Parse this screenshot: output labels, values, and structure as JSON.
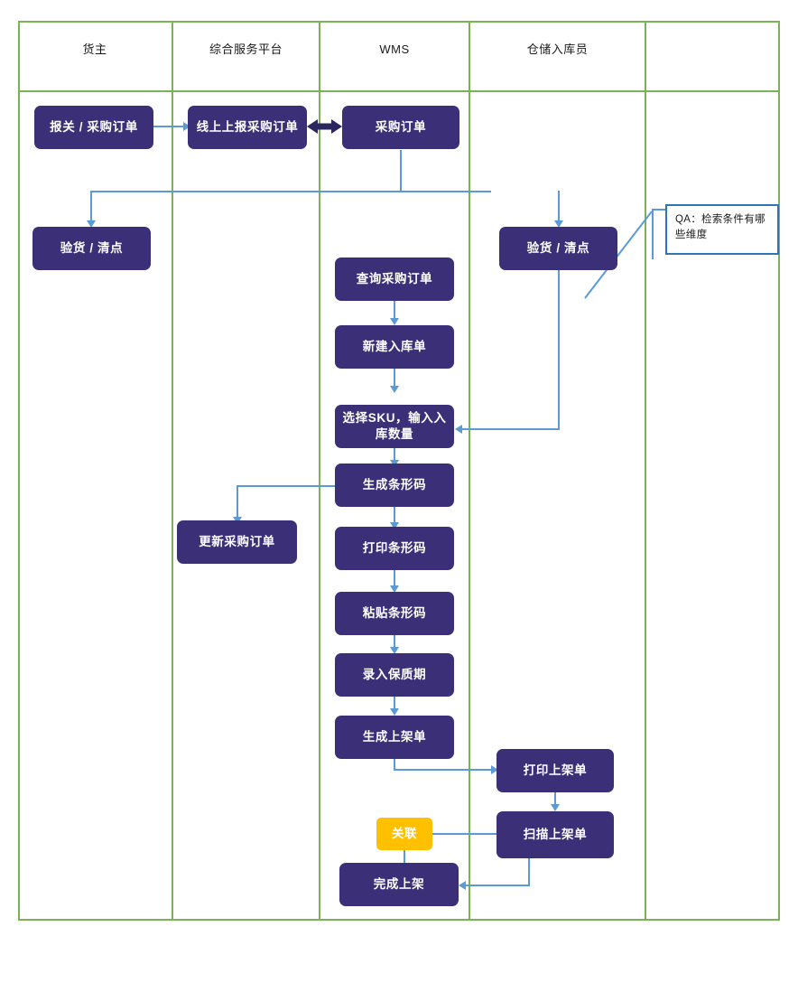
{
  "diagram": {
    "type": "swimlane-flowchart",
    "colors": {
      "node_fill": "#3b3078",
      "node_text": "#ffffff",
      "accent_fill": "#FFC000",
      "lane_border": "#7ab254",
      "connector": "#5b9bd5",
      "note_border": "#2e75b6",
      "background": "#ffffff"
    }
  },
  "lanes": [
    {
      "id": "shipper",
      "label": "货主"
    },
    {
      "id": "platform",
      "label": "综合服务平台"
    },
    {
      "id": "wms",
      "label": "WMS"
    },
    {
      "id": "warehouse",
      "label": "仓储入库员"
    },
    {
      "id": "spare",
      "label": ""
    }
  ],
  "nodes": [
    {
      "id": "n1",
      "lane": "shipper",
      "label": "报关 / 采购订单",
      "style": "process"
    },
    {
      "id": "n2",
      "lane": "platform",
      "label": "线上上报采购订单",
      "style": "process"
    },
    {
      "id": "n3",
      "lane": "wms",
      "label": "采购订单",
      "style": "process"
    },
    {
      "id": "n4",
      "lane": "shipper",
      "label": "验货 / 清点",
      "style": "process"
    },
    {
      "id": "n5",
      "lane": "warehouse",
      "label": "验货 / 清点",
      "style": "process"
    },
    {
      "id": "n6",
      "lane": "wms",
      "label": "查询采购订单",
      "style": "process"
    },
    {
      "id": "n7",
      "lane": "wms",
      "label": "新建入库单",
      "style": "process"
    },
    {
      "id": "n8",
      "lane": "wms",
      "label": "选择SKU，输入入库数量",
      "style": "process"
    },
    {
      "id": "n9",
      "lane": "wms",
      "label": "生成条形码",
      "style": "process"
    },
    {
      "id": "n10",
      "lane": "platform",
      "label": "更新采购订单",
      "style": "process"
    },
    {
      "id": "n11",
      "lane": "wms",
      "label": "打印条形码",
      "style": "process"
    },
    {
      "id": "n12",
      "lane": "wms",
      "label": "粘贴条形码",
      "style": "process"
    },
    {
      "id": "n13",
      "lane": "wms",
      "label": "录入保质期",
      "style": "process"
    },
    {
      "id": "n14",
      "lane": "wms",
      "label": "生成上架单",
      "style": "process"
    },
    {
      "id": "n15",
      "lane": "warehouse",
      "label": "打印上架单",
      "style": "process"
    },
    {
      "id": "n16",
      "lane": "warehouse",
      "label": "扫描上架单",
      "style": "process"
    },
    {
      "id": "n17",
      "lane": "wms",
      "label": "关联",
      "style": "accent"
    },
    {
      "id": "n18",
      "lane": "wms",
      "label": "完成上架",
      "style": "process"
    }
  ],
  "notes": [
    {
      "id": "note1",
      "label": "QA：检索条件有哪些维度",
      "anchor": "n5"
    }
  ],
  "edges": [
    {
      "from": "n1",
      "to": "n2",
      "kind": "arrow"
    },
    {
      "from": "n2",
      "to": "n3",
      "kind": "double-arrow"
    },
    {
      "from": "n3",
      "to": "n4",
      "kind": "arrow"
    },
    {
      "from": "n3",
      "to": "n5",
      "kind": "arrow"
    },
    {
      "from": "n6",
      "to": "n7",
      "kind": "arrow"
    },
    {
      "from": "n7",
      "to": "n8",
      "kind": "arrow"
    },
    {
      "from": "n5",
      "to": "n8",
      "kind": "arrow"
    },
    {
      "from": "n8",
      "to": "n9",
      "kind": "arrow"
    },
    {
      "from": "n9",
      "to": "n10",
      "kind": "arrow"
    },
    {
      "from": "n9",
      "to": "n11",
      "kind": "arrow"
    },
    {
      "from": "n11",
      "to": "n12",
      "kind": "arrow"
    },
    {
      "from": "n12",
      "to": "n13",
      "kind": "arrow"
    },
    {
      "from": "n13",
      "to": "n14",
      "kind": "arrow"
    },
    {
      "from": "n14",
      "to": "n15",
      "kind": "arrow"
    },
    {
      "from": "n15",
      "to": "n16",
      "kind": "arrow"
    },
    {
      "from": "n16",
      "to": "n17",
      "kind": "line"
    },
    {
      "from": "n17",
      "to": "n18",
      "kind": "line"
    },
    {
      "from": "n16",
      "to": "n18",
      "kind": "arrow"
    }
  ]
}
